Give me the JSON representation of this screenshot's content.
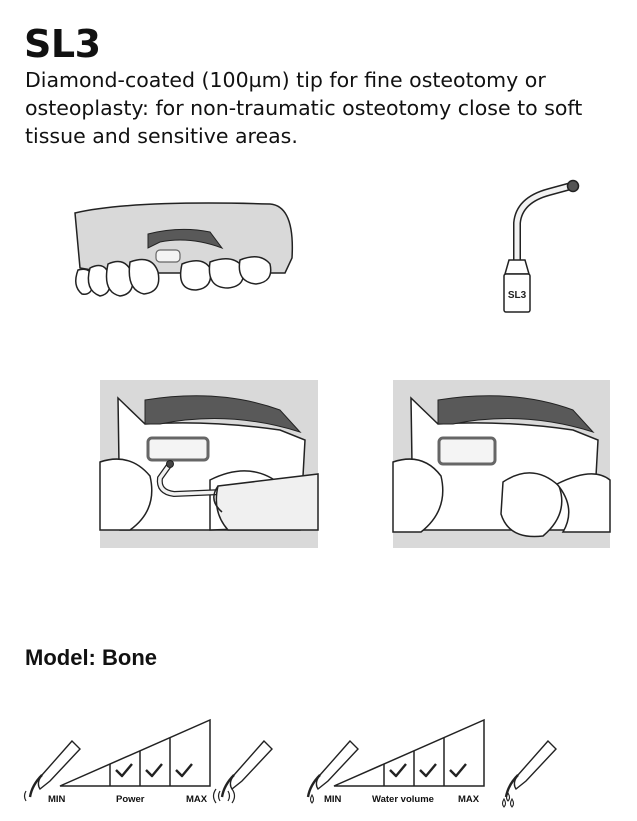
{
  "product": {
    "title": "SL3",
    "description": "Diamond-coated (100µm) tip for fine osteotomy or osteoplasty: for non-traumatic osteotomy close to soft tissue and sensitive areas.",
    "tip_label": "SL3"
  },
  "model": {
    "label": "Model: Bone"
  },
  "scales": {
    "power": {
      "min": "MIN",
      "name": "Power",
      "max": "MAX",
      "level": 3,
      "of": 3
    },
    "water": {
      "min": "MIN",
      "name": "Water volume",
      "max": "MAX",
      "level": 3,
      "of": 3
    }
  },
  "colors": {
    "gum": "#d9d9d9",
    "bone": "#595959",
    "outline": "#222222"
  }
}
